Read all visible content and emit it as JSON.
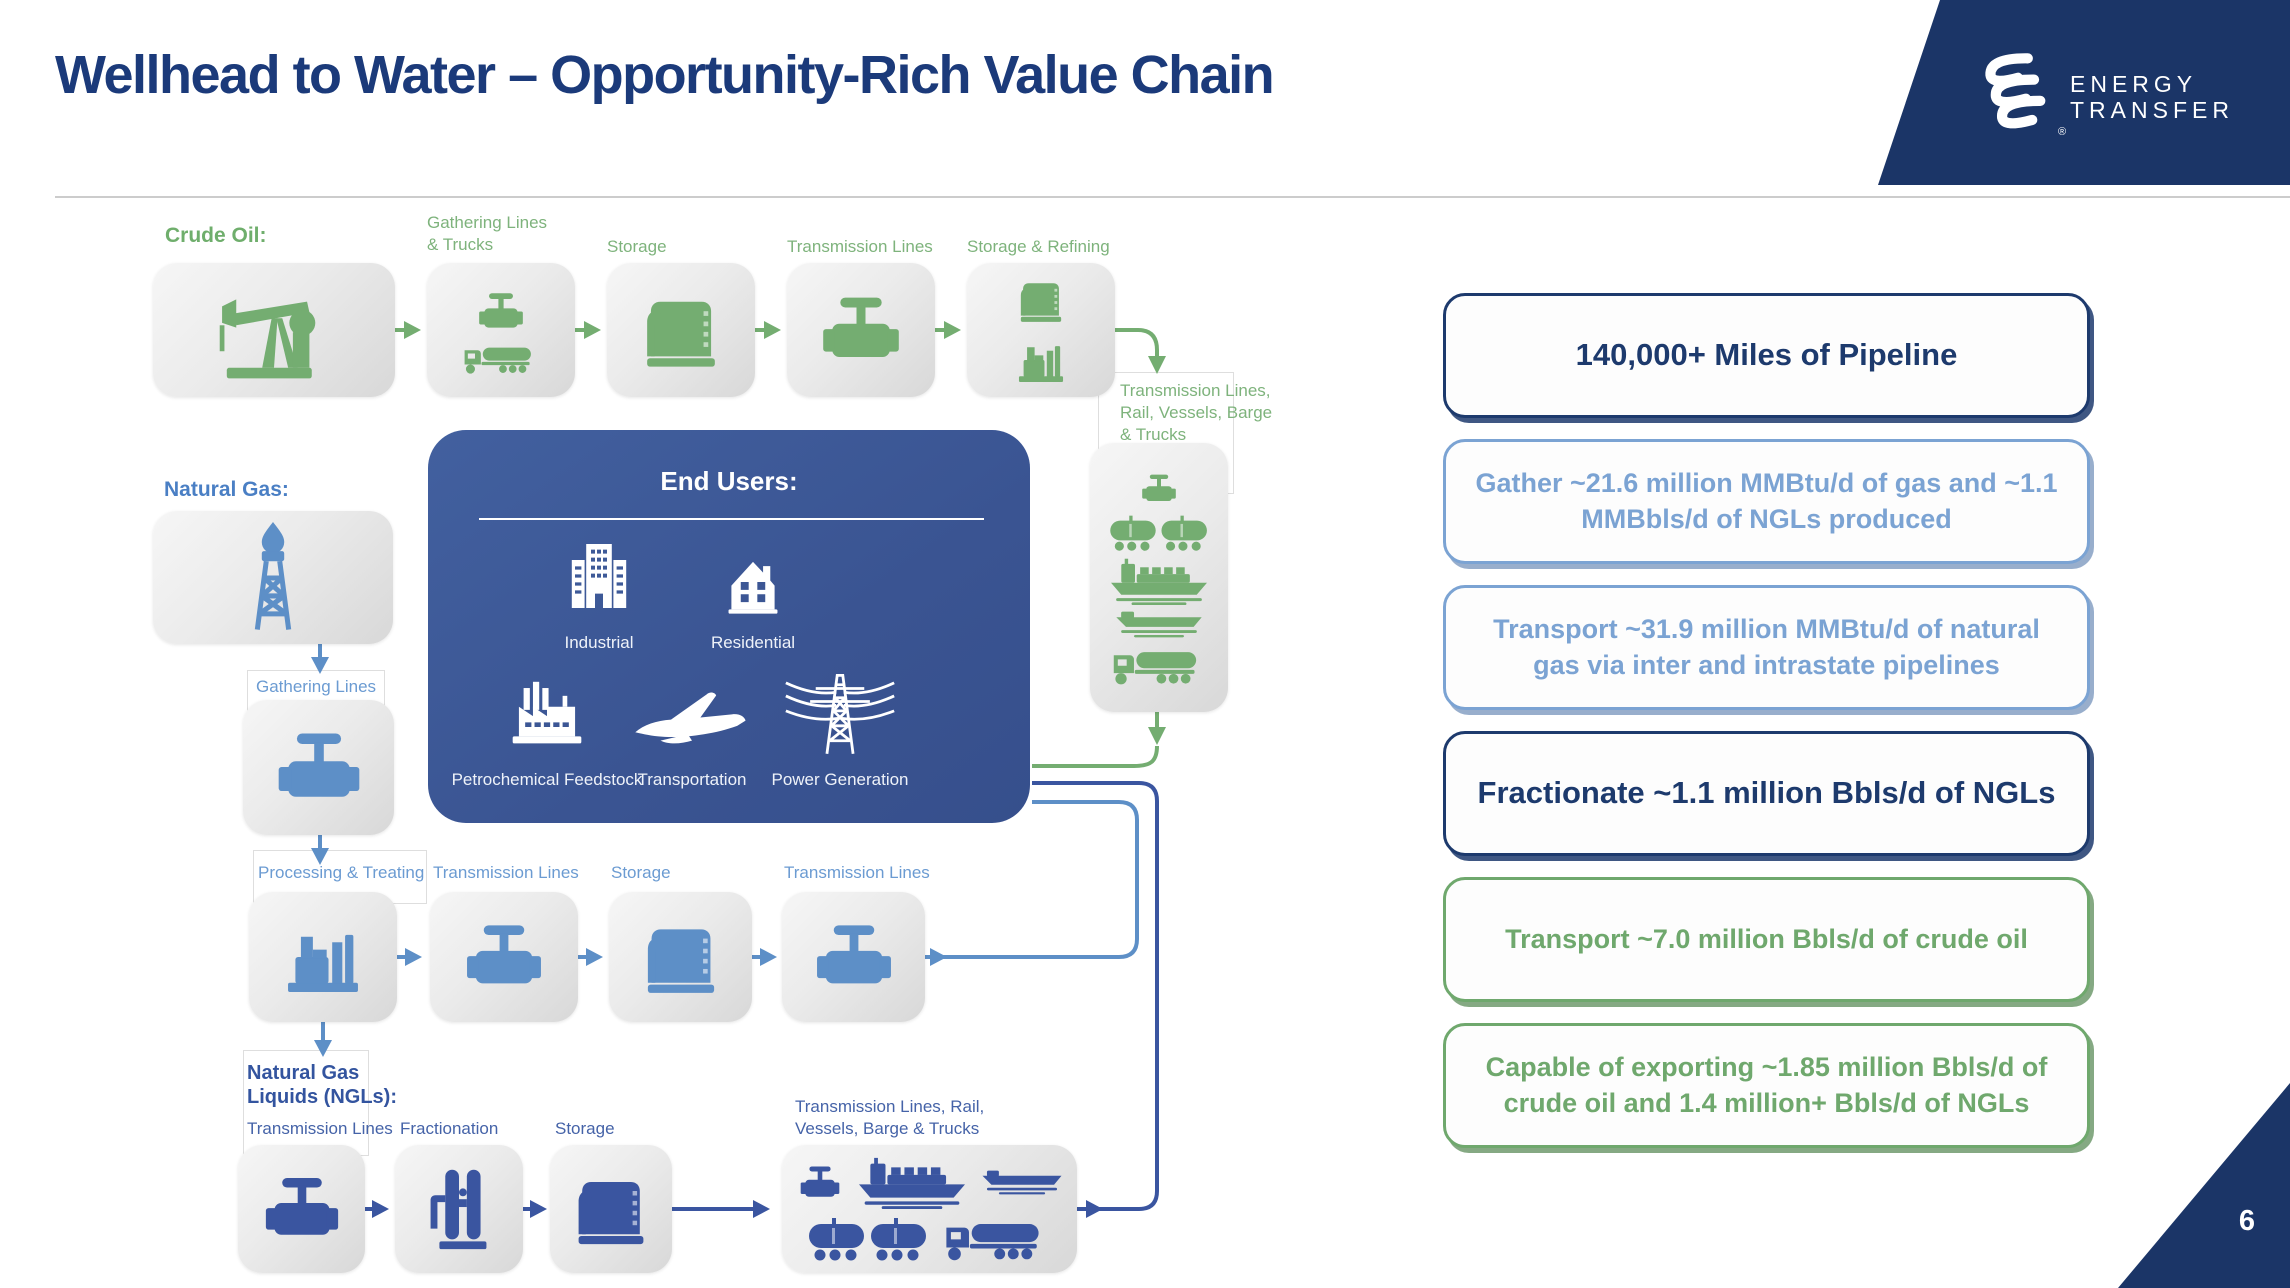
{
  "slide": {
    "title": "Wellhead to Water – Opportunity-Rich Value Chain",
    "page_number": "6"
  },
  "logo": {
    "line1": "ENERGY",
    "line2": "TRANSFER",
    "registered": "®"
  },
  "diagram": {
    "crude_oil": {
      "section_label": "Crude Oil:",
      "step_labels": [
        "Gathering Lines & Trucks",
        "Storage",
        "Transmission Lines",
        "Storage & Refining"
      ],
      "transport_label": "Transmission Lines, Rail, Vessels, Barge & Trucks"
    },
    "natural_gas": {
      "section_label": "Natural Gas:",
      "gathering_label": "Gathering Lines",
      "step_labels": [
        "Processing & Treating",
        "Transmission Lines",
        "Storage",
        "Transmission Lines"
      ]
    },
    "ngl": {
      "section_label": "Natural Gas Liquids (NGLs):",
      "step_labels": [
        "Transmission Lines",
        "Fractionation",
        "Storage"
      ],
      "transport_label": "Transmission Lines, Rail, Vessels, Barge & Trucks"
    },
    "end_users": {
      "title": "End Users:",
      "items": [
        {
          "label": "Industrial",
          "icon": "office-building-icon"
        },
        {
          "label": "Residential",
          "icon": "house-icon"
        },
        {
          "label": "Petrochemical Feedstock",
          "icon": "factory-icon"
        },
        {
          "label": "Transportation",
          "icon": "airplane-icon"
        },
        {
          "label": "Power Generation",
          "icon": "transmission-tower-icon"
        }
      ]
    }
  },
  "right_panel": {
    "boxes": [
      {
        "text": "140,000+ Miles of Pipeline",
        "accent": "#1d3a6d"
      },
      {
        "text": "Gather ~21.6 million MMBtu/d of gas and ~1.1 MMBbls/d of NGLs produced",
        "accent": "#7ba3d3"
      },
      {
        "text": "Transport ~31.9 million MMBtu/d of natural gas via inter and intrastate pipelines",
        "accent": "#7ba3d3"
      },
      {
        "text": "Fractionate ~1.1 million Bbls/d of NGLs",
        "accent": "#1d3a6d"
      },
      {
        "text": "Transport ~7.0 million Bbls/d of crude oil",
        "accent": "#6fa86d"
      },
      {
        "text": "Capable of exporting ~1.85 million Bbls/d of crude oil and 1.4 million+ Bbls/d of NGLs",
        "accent": "#6fa86d"
      }
    ]
  },
  "colors": {
    "navy": "#1b3567",
    "title_navy": "#1b3a7a",
    "green": "#74ad71",
    "blue": "#5d8fc7",
    "dark_blue": "#3a55a0",
    "light_blue": "#7ba3d3",
    "end_users_bg": "#3d5795"
  }
}
